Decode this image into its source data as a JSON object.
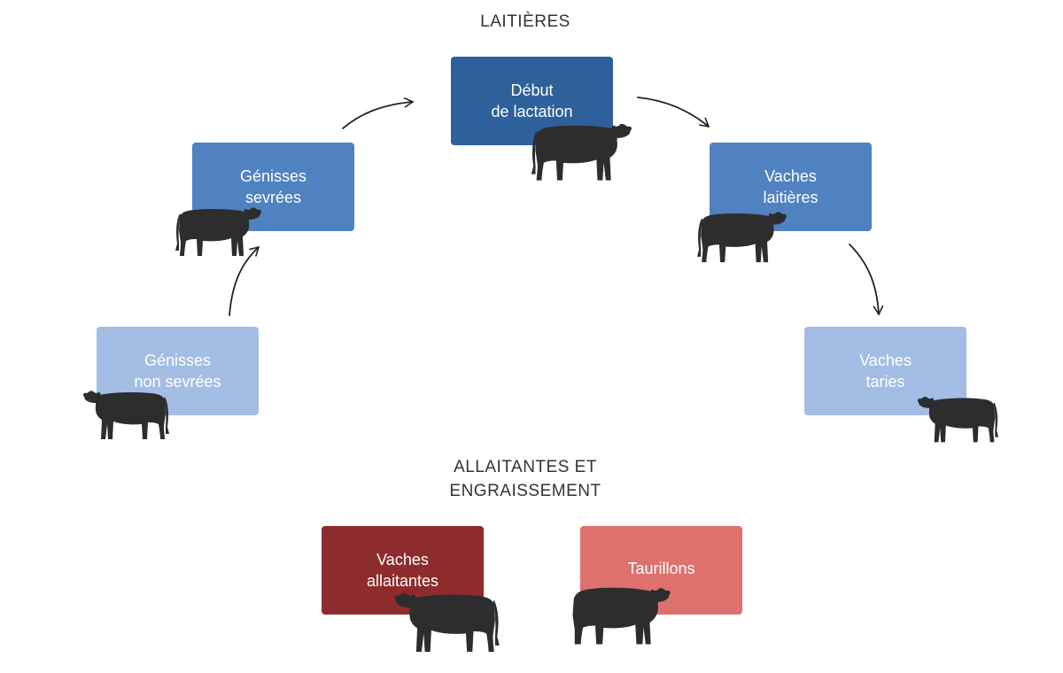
{
  "titles": {
    "dairy": "LAITIÈRES",
    "beef_line1": "ALLAITANTES ET",
    "beef_line2": "ENGRAISSEMENT"
  },
  "stages": {
    "debut": {
      "line1": "Début",
      "line2": "de lactation",
      "color": "#2e609c"
    },
    "sevrees": {
      "line1": "Génisses",
      "line2": "sevrées",
      "color": "#5081c0"
    },
    "laitieres": {
      "line1": "Vaches",
      "line2": "laitières",
      "color": "#5081c0"
    },
    "non_sevrees": {
      "line1": "Génisses",
      "line2": "non sevrées",
      "color": "#a4bde4"
    },
    "taries": {
      "line1": "Vaches",
      "line2": "taries",
      "color": "#a4bde4"
    },
    "allaitantes": {
      "line1": "Vaches",
      "line2": "allaitantes",
      "color": "#8e2b2c"
    },
    "taurillons": {
      "line1": "Taurillons",
      "color": "#de716e"
    }
  },
  "icons": {
    "arrow": "curved-arrow-icon",
    "cow": "cow-silhouette-icon"
  },
  "colors": {
    "cow": "#2d2d2d",
    "arrow": "#222222"
  }
}
